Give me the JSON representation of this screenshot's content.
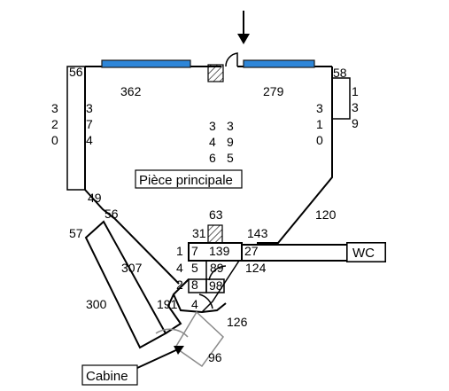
{
  "labels": {
    "main_room": "Pièce principale",
    "wc": "WC",
    "cabin": "Cabine"
  },
  "dimensions": {
    "d56_top": "56",
    "d362": "362",
    "d279": "279",
    "d58": "58",
    "d320": [
      "3",
      "2",
      "0"
    ],
    "d374": [
      "3",
      "7",
      "4"
    ],
    "d310": [
      "3",
      "1",
      "0"
    ],
    "d139_right": [
      "1",
      "3",
      "9"
    ],
    "d345": [
      "3",
      "4",
      "6"
    ],
    "d395": [
      "3",
      "9",
      "5"
    ],
    "d49": "49",
    "d56_mid": "56",
    "d63": "63",
    "d120": "120",
    "d57": "57",
    "d31": "31",
    "d143": "143",
    "d1": "1",
    "d7": "7",
    "d139_mid": "139",
    "d27": "27",
    "d307": "307",
    "d4": "4",
    "d5": "5",
    "d89": "89",
    "d124": "124",
    "d2": "2",
    "d8": "8",
    "d98": "98",
    "d300": "300",
    "d191": "191",
    "d4b": "4",
    "d126": "126",
    "d96": "96"
  },
  "colors": {
    "window": "#2e86d8",
    "wall": "#000000",
    "door_swing": "#8a8a8a"
  },
  "icons": {
    "entry": "down-arrow-icon",
    "duct": "hatched-square-icon"
  }
}
